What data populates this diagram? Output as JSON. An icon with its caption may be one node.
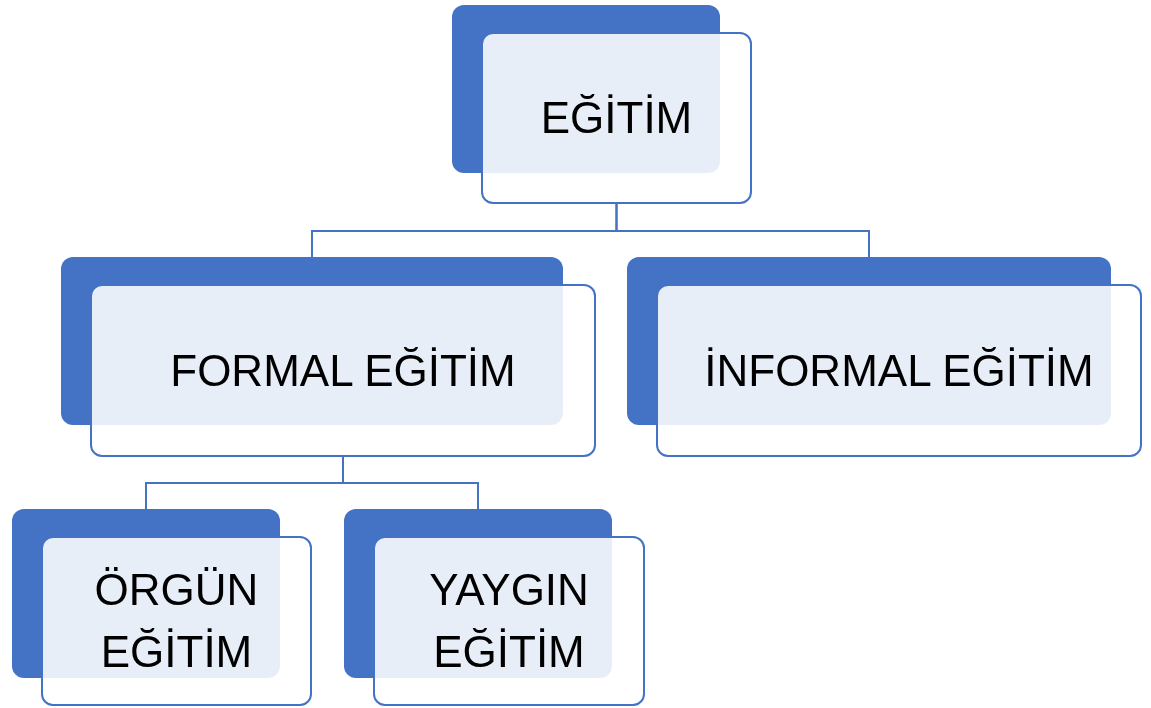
{
  "diagram": {
    "nodes": [
      {
        "text": [
          "EĞİTİM"
        ]
      },
      {
        "text": [
          "FORMAL EĞİTİM"
        ]
      },
      {
        "text": [
          "İNFORMAL EĞİTİM"
        ]
      },
      {
        "text": [
          "ÖRGÜN EĞİTİM"
        ]
      },
      {
        "text": [
          "YAYGIN EĞİTİM"
        ]
      }
    ],
    "edges": [
      {
        "from": 0,
        "to": 1,
        "arrow": "none"
      },
      {
        "from": 0,
        "to": 2,
        "arrow": "none"
      },
      {
        "from": 1,
        "to": 3,
        "arrow": "none"
      },
      {
        "from": 1,
        "to": 4,
        "arrow": "none"
      }
    ]
  }
}
